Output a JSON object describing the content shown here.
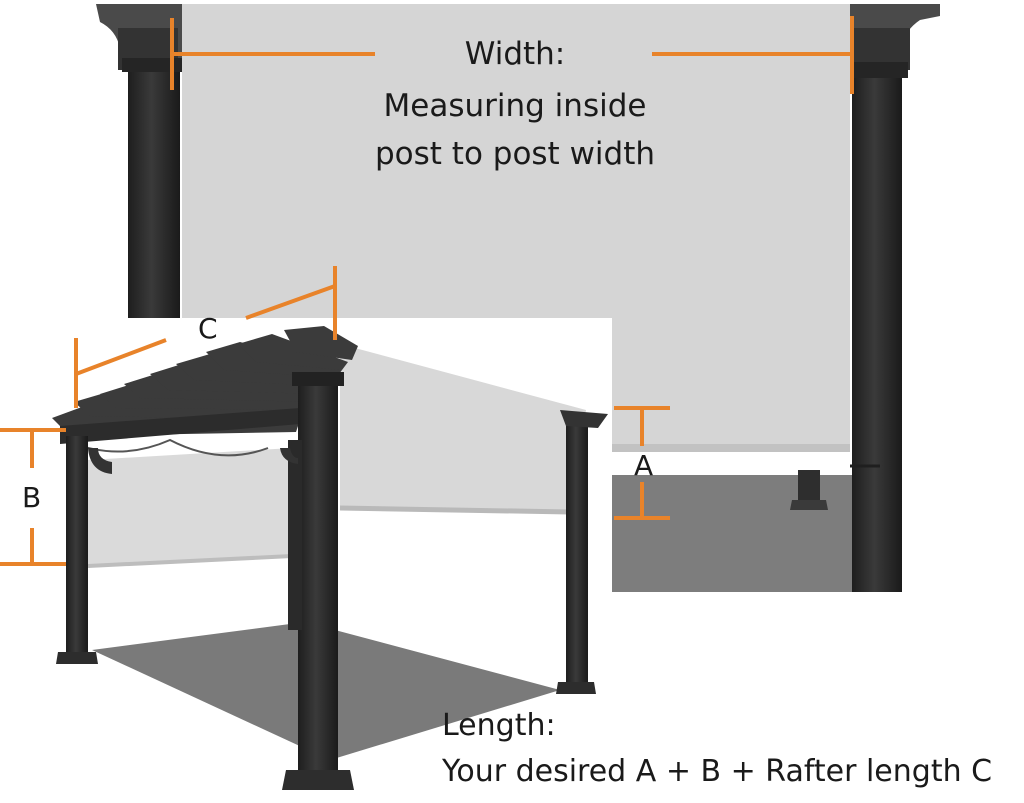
{
  "width_section": {
    "title": "Width:",
    "description_line1": "Measuring inside",
    "description_line2": "post to post width"
  },
  "dimension_labels": {
    "a": "A",
    "b": "B",
    "c": "C"
  },
  "length_section": {
    "title": "Length:",
    "formula": "Your desired A + B + Rafter length C"
  },
  "colors": {
    "measure_line": "#e8832a",
    "post": "#2b2b2b",
    "shade_panel": "#d4d4d4",
    "shadow": "#7a7a7a"
  }
}
